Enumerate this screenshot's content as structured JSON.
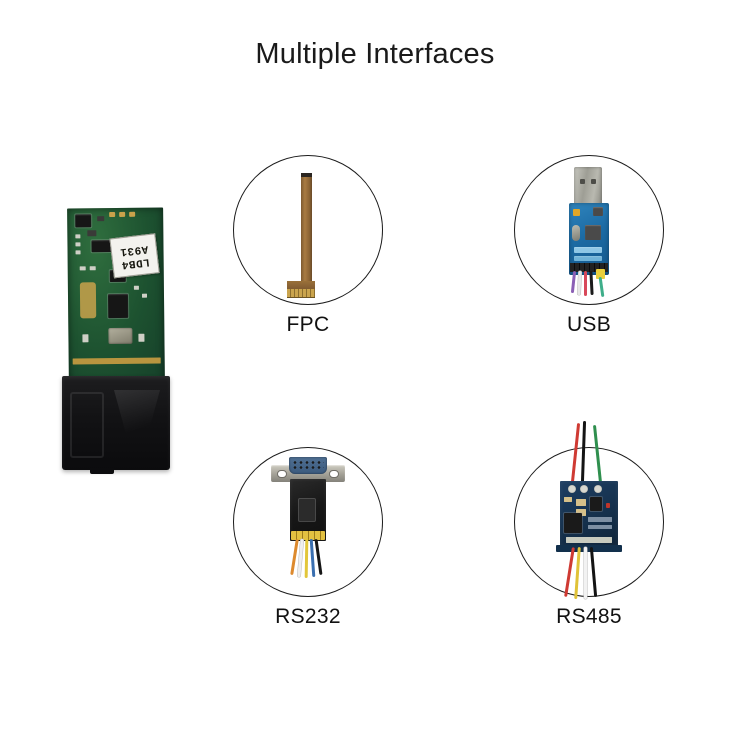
{
  "page": {
    "title": "Multiple Interfaces",
    "background_color": "#ffffff"
  },
  "product": {
    "name": "laser-distance-sensor-module",
    "label_line1": "LDB4",
    "label_line2": "A931",
    "pcb_color": "#1d5230",
    "housing_color": "#121214"
  },
  "interfaces": [
    {
      "id": "fpc",
      "label": "FPC",
      "description": "L-shaped flexible flat cable with gold contacts",
      "accent_color": "#a87b42"
    },
    {
      "id": "usb",
      "label": "USB",
      "description": "USB-A to TTL adapter board with colored jumper wires",
      "accent_color": "#1c6ba4"
    },
    {
      "id": "rs232",
      "label": "RS232",
      "description": "DB9 serial connector adapter board with ribbon wires",
      "accent_color": "#3c5b7e"
    },
    {
      "id": "rs485",
      "label": "RS485",
      "description": "RS485 transceiver board with wires top and bottom",
      "accent_color": "#16324f"
    }
  ]
}
